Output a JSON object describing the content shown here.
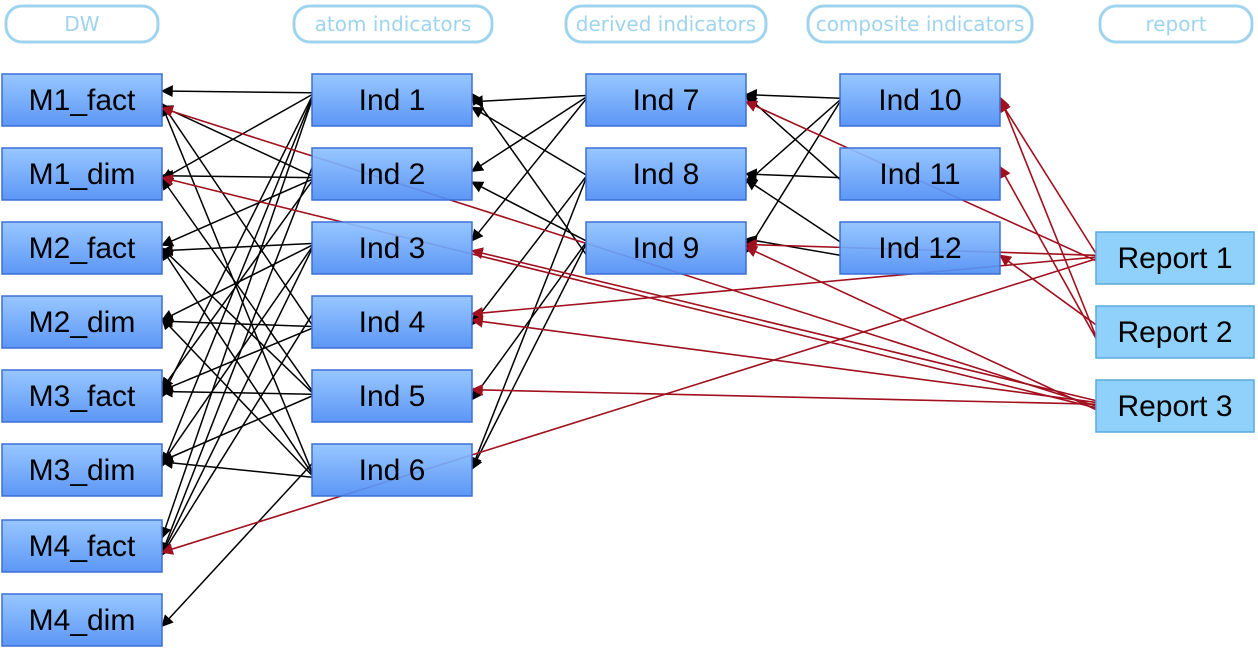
{
  "headers": [
    {
      "id": "h-dw",
      "label": "DW"
    },
    {
      "id": "h-atom",
      "label": "atom indicators"
    },
    {
      "id": "h-derived",
      "label": "derived indicators"
    },
    {
      "id": "h-composite",
      "label": "composite indicators"
    },
    {
      "id": "h-report",
      "label": "report"
    }
  ],
  "nodes": [
    {
      "id": "m1f",
      "label": "M1_fact",
      "tier": "dw"
    },
    {
      "id": "m1d",
      "label": "M1_dim",
      "tier": "dw"
    },
    {
      "id": "m2f",
      "label": "M2_fact",
      "tier": "dw"
    },
    {
      "id": "m2d",
      "label": "M2_dim",
      "tier": "dw"
    },
    {
      "id": "m3f",
      "label": "M3_fact",
      "tier": "dw"
    },
    {
      "id": "m3d",
      "label": "M3_dim",
      "tier": "dw"
    },
    {
      "id": "m4f",
      "label": "M4_fact",
      "tier": "dw"
    },
    {
      "id": "m4d",
      "label": "M4_dim",
      "tier": "dw"
    },
    {
      "id": "i1",
      "label": "Ind 1",
      "tier": "indicator"
    },
    {
      "id": "i2",
      "label": "Ind 2",
      "tier": "indicator"
    },
    {
      "id": "i3",
      "label": "Ind 3",
      "tier": "indicator"
    },
    {
      "id": "i4",
      "label": "Ind 4",
      "tier": "indicator"
    },
    {
      "id": "i5",
      "label": "Ind 5",
      "tier": "indicator"
    },
    {
      "id": "i6",
      "label": "Ind 6",
      "tier": "indicator"
    },
    {
      "id": "i7",
      "label": "Ind 7",
      "tier": "indicator"
    },
    {
      "id": "i8",
      "label": "Ind 8",
      "tier": "indicator"
    },
    {
      "id": "i9",
      "label": "Ind 9",
      "tier": "indicator"
    },
    {
      "id": "i10",
      "label": "Ind 10",
      "tier": "indicator"
    },
    {
      "id": "i11",
      "label": "Ind 11",
      "tier": "indicator"
    },
    {
      "id": "i12",
      "label": "Ind 12",
      "tier": "indicator"
    },
    {
      "id": "r1",
      "label": "Report 1",
      "tier": "report"
    },
    {
      "id": "r2",
      "label": "Report 2",
      "tier": "report"
    },
    {
      "id": "r3",
      "label": "Report 3",
      "tier": "report"
    }
  ],
  "edges": [
    {
      "from": "i1",
      "to": "m1f",
      "kind": "dep"
    },
    {
      "from": "i1",
      "to": "m1d",
      "kind": "dep"
    },
    {
      "from": "i1",
      "to": "m3f",
      "kind": "dep"
    },
    {
      "from": "i1",
      "to": "m3d",
      "kind": "dep"
    },
    {
      "from": "i1",
      "to": "m4f",
      "kind": "dep"
    },
    {
      "from": "i2",
      "to": "m1f",
      "kind": "dep"
    },
    {
      "from": "i2",
      "to": "m1d",
      "kind": "dep"
    },
    {
      "from": "i2",
      "to": "m2f",
      "kind": "dep"
    },
    {
      "from": "i2",
      "to": "m3f",
      "kind": "dep"
    },
    {
      "from": "i2",
      "to": "m4f",
      "kind": "dep"
    },
    {
      "from": "i3",
      "to": "m2f",
      "kind": "dep"
    },
    {
      "from": "i3",
      "to": "m2d",
      "kind": "dep"
    },
    {
      "from": "i3",
      "to": "m3d",
      "kind": "dep"
    },
    {
      "from": "i3",
      "to": "m4f",
      "kind": "dep"
    },
    {
      "from": "i4",
      "to": "m1f",
      "kind": "dep"
    },
    {
      "from": "i4",
      "to": "m2d",
      "kind": "dep"
    },
    {
      "from": "i4",
      "to": "m3f",
      "kind": "dep"
    },
    {
      "from": "i4",
      "to": "m4f",
      "kind": "dep"
    },
    {
      "from": "i5",
      "to": "m1d",
      "kind": "dep"
    },
    {
      "from": "i5",
      "to": "m2f",
      "kind": "dep"
    },
    {
      "from": "i5",
      "to": "m3f",
      "kind": "dep"
    },
    {
      "from": "i5",
      "to": "m3d",
      "kind": "dep"
    },
    {
      "from": "i6",
      "to": "m1f",
      "kind": "dep"
    },
    {
      "from": "i6",
      "to": "m2f",
      "kind": "dep"
    },
    {
      "from": "i6",
      "to": "m2d",
      "kind": "dep"
    },
    {
      "from": "i6",
      "to": "m3d",
      "kind": "dep"
    },
    {
      "from": "i6",
      "to": "m4d",
      "kind": "dep"
    },
    {
      "from": "i7",
      "to": "i1",
      "kind": "dep"
    },
    {
      "from": "i7",
      "to": "i2",
      "kind": "dep"
    },
    {
      "from": "i7",
      "to": "i3",
      "kind": "dep"
    },
    {
      "from": "i8",
      "to": "i1",
      "kind": "dep"
    },
    {
      "from": "i8",
      "to": "i4",
      "kind": "dep"
    },
    {
      "from": "i8",
      "to": "i6",
      "kind": "dep"
    },
    {
      "from": "i9",
      "to": "i1",
      "kind": "dep"
    },
    {
      "from": "i9",
      "to": "i2",
      "kind": "dep"
    },
    {
      "from": "i9",
      "to": "i5",
      "kind": "dep"
    },
    {
      "from": "i9",
      "to": "i6",
      "kind": "dep"
    },
    {
      "from": "i10",
      "to": "i7",
      "kind": "dep"
    },
    {
      "from": "i10",
      "to": "i8",
      "kind": "dep"
    },
    {
      "from": "i10",
      "to": "i9",
      "kind": "dep"
    },
    {
      "from": "i11",
      "to": "i8",
      "kind": "dep"
    },
    {
      "from": "i11",
      "to": "i7",
      "kind": "dep"
    },
    {
      "from": "i12",
      "to": "i9",
      "kind": "dep"
    },
    {
      "from": "i12",
      "to": "i8",
      "kind": "dep"
    },
    {
      "from": "r1",
      "to": "i10",
      "kind": "report"
    },
    {
      "from": "r1",
      "to": "i9",
      "kind": "report"
    },
    {
      "from": "r1",
      "to": "i4",
      "kind": "report"
    },
    {
      "from": "r1",
      "to": "m4f",
      "kind": "report"
    },
    {
      "from": "r1",
      "to": "i7",
      "kind": "report"
    },
    {
      "from": "r2",
      "to": "i10",
      "kind": "report"
    },
    {
      "from": "r2",
      "to": "i11",
      "kind": "report"
    },
    {
      "from": "r2",
      "to": "i12",
      "kind": "report"
    },
    {
      "from": "r3",
      "to": "i3",
      "kind": "report"
    },
    {
      "from": "r3",
      "to": "i4",
      "kind": "report"
    },
    {
      "from": "r3",
      "to": "i5",
      "kind": "report"
    },
    {
      "from": "r3",
      "to": "m1f",
      "kind": "report"
    },
    {
      "from": "r3",
      "to": "m1d",
      "kind": "report"
    },
    {
      "from": "r3",
      "to": "i9",
      "kind": "report"
    }
  ],
  "colors": {
    "node_top": "#8fc2ff",
    "node_bottom": "#4f8ef5",
    "node_border": "#3b6fd6",
    "report_fill": "#8fd1fa",
    "report_border": "#5aa9dc",
    "header": "#9fd4ee",
    "dep_edge": "#000000",
    "report_edge": "#a0101e"
  }
}
